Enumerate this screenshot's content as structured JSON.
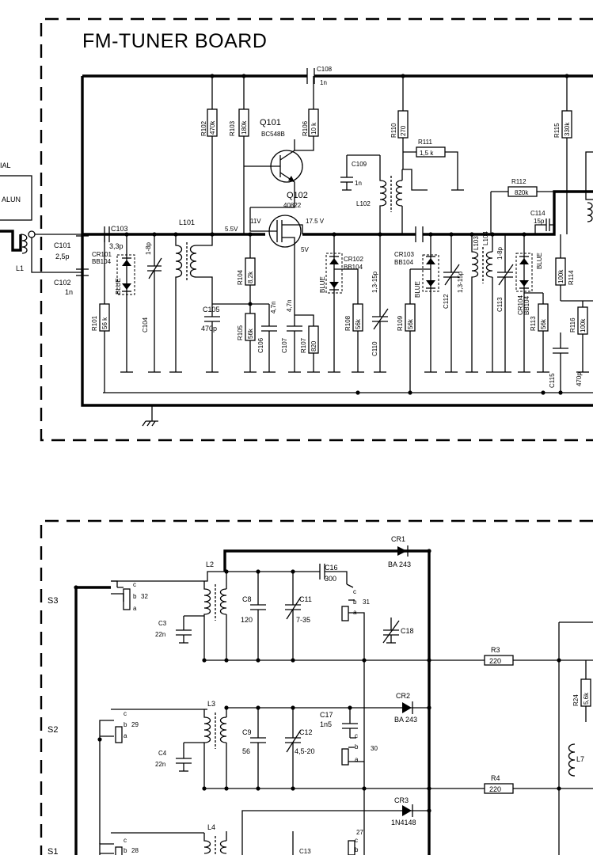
{
  "top": {
    "title": "FM-TUNER BOARD",
    "left_labels": {
      "aerial": "IAL",
      "balun": "ALUN",
      "l1": "L1"
    },
    "q101": {
      "name": "Q101",
      "type": "BC548B"
    },
    "q102": {
      "name": "Q102",
      "type": "40822"
    },
    "volt": {
      "v55": "5.5V",
      "v11": "11V",
      "v175": "17.5 V",
      "v5": "5V"
    },
    "r102": {
      "name": "R102",
      "value": "470k"
    },
    "r103": {
      "name": "R103",
      "value": "180k"
    },
    "r106": {
      "name": "R106",
      "value": "10 k"
    },
    "r110": {
      "name": "R110",
      "value": "270"
    },
    "r111": {
      "name": "R111",
      "value": "1,5 k"
    },
    "r115": {
      "name": "R115",
      "value": "330k"
    },
    "r112": {
      "name": "R112",
      "value": "820k"
    },
    "r104": {
      "name": "R104",
      "value": "8,2k"
    },
    "r105": {
      "name": "R105",
      "value": "56k"
    },
    "r107": {
      "name": "R107",
      "value": "820"
    },
    "r108": {
      "name": "R108",
      "value": "56k"
    },
    "r109": {
      "name": "R109",
      "value": "56k"
    },
    "r101": {
      "name": "R101",
      "value": "56 k"
    },
    "r113": {
      "name": "R113",
      "value": "56k"
    },
    "r114": {
      "name": "R114",
      "value": "100k"
    },
    "r116": {
      "name": "R116",
      "value": "100k"
    },
    "c108": {
      "name": "C108",
      "value": "1n"
    },
    "c109": {
      "name": "C109",
      "value": "1n"
    },
    "c103": {
      "name": "C103",
      "value": "3,3p"
    },
    "c101": {
      "name": "C101",
      "value": "2,5p"
    },
    "c102": {
      "name": "C102",
      "value": "1n"
    },
    "c104": {
      "name": "C104",
      "value": "1-8p"
    },
    "c105": {
      "name": "C105",
      "value": "470p"
    },
    "c106": {
      "name": "C106",
      "value": "4,7n"
    },
    "c107": {
      "name": "C107",
      "value": "4,7n"
    },
    "c110": {
      "name": "C110",
      "value": "1,3-15p"
    },
    "c112": {
      "name": "C112",
      "value": "1,3-15p"
    },
    "c113": {
      "name": "C113",
      "value": "1-8p"
    },
    "c114": {
      "name": "C114",
      "value": "15p"
    },
    "c115": {
      "name": "C115",
      "value": "470p"
    },
    "cr101": {
      "name": "CR101",
      "type": "BB104",
      "color": "BLUE"
    },
    "cr102": {
      "name": "CR102",
      "type": "BB104",
      "color": "BLUE"
    },
    "cr103": {
      "name": "CR103",
      "type": "BB104",
      "color": "BLUE"
    },
    "cr104": {
      "name": "CR104",
      "type": "BB104",
      "color": "BLUE"
    },
    "l101": "L101",
    "l102": "L102",
    "l103": "L103",
    "l104": "L104"
  },
  "bottom": {
    "s3": "S3",
    "s2": "S2",
    "s1": "S1",
    "l2": "L2",
    "l3": "L3",
    "l4": "L4",
    "l7": "L7",
    "cr1": {
      "name": "CR1",
      "type": "BA 243"
    },
    "cr2": {
      "name": "CR2",
      "type": "BA 243"
    },
    "cr3": {
      "name": "CR3",
      "type": "1N4148"
    },
    "c16": {
      "name": "C16",
      "value": "300"
    },
    "c17": {
      "name": "C17",
      "value": "1n5"
    },
    "c8": {
      "name": "C8",
      "value": "120"
    },
    "c9": {
      "name": "C9",
      "value": "56"
    },
    "c11": {
      "name": "C11",
      "value": "7-35"
    },
    "c12": {
      "name": "C12",
      "value": "4,5-20"
    },
    "c13": {
      "name": "C13"
    },
    "c18": "C18",
    "c3": {
      "name": "C3",
      "value": "22n"
    },
    "c4": {
      "name": "C4",
      "value": "22n"
    },
    "r3": {
      "name": "R3",
      "value": "220"
    },
    "r4": {
      "name": "R4",
      "value": "220"
    },
    "r24": {
      "name": "R24",
      "value": "5,6k"
    },
    "sw32": {
      "c": "c",
      "b": "b",
      "a": "a",
      "num": "32"
    },
    "sw31": {
      "c": "c",
      "b": "b",
      "a": "a",
      "num": "31"
    },
    "sw30": {
      "c": "c",
      "b": "b",
      "a": "a",
      "num": "30"
    },
    "sw29": {
      "c": "c",
      "b": "b",
      "a": "a",
      "num": "29"
    },
    "sw28": {
      "c": "c",
      "b": "b",
      "num": "28"
    },
    "sw27": {
      "c": "c",
      "b": "b",
      "num": "27"
    }
  }
}
